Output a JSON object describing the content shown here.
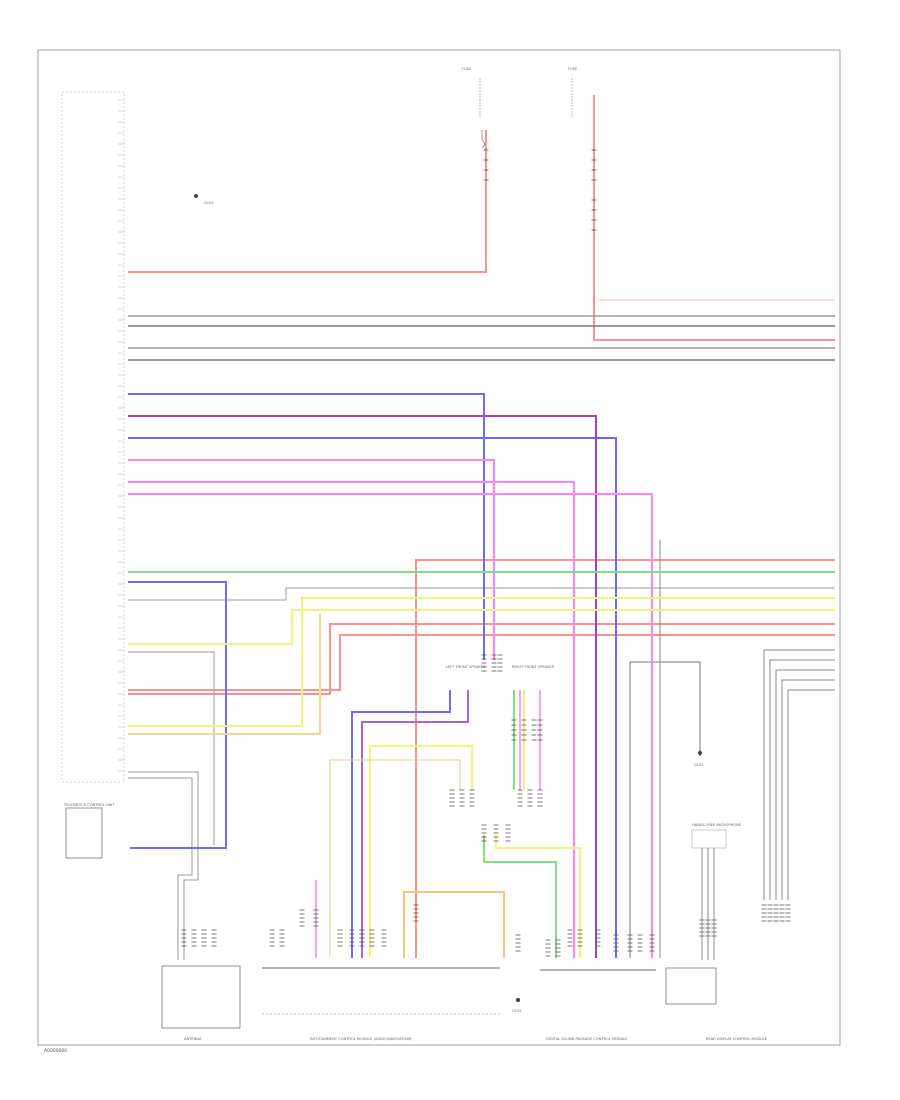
{
  "colors": {
    "red": "#ff8c8c",
    "blue": "#6a6aff",
    "purple": "#a040c0",
    "pink": "#ff7bff",
    "green": "#7ad07a",
    "yellow": "#f2f27a",
    "orange": "#f5c57a",
    "gray": "#9a9a9a",
    "black": "#444444"
  },
  "footer": {
    "code": "A0000000"
  },
  "labels": {
    "radio_unit": "INFOTAINMENT CONTROL MODULE (AUDIO/NAVIGATION)",
    "telematics": "TELEMATICS CONTROL UNIT",
    "antenna": "ANTENNA",
    "hands_free": "HANDS-FREE MICROPHONE",
    "fuse_a": "FUSE",
    "fuse_b": "FUSE",
    "ground_a": "G101",
    "ground_b": "G102",
    "ground_c": "G103",
    "speaker_lf": "LEFT FRONT SPEAKER",
    "speaker_rf": "RIGHT FRONT SPEAKER",
    "amp": "DIGITAL SOUND PACKAGE CONTROL MODULE",
    "rear_unit": "REAR DISPLAY CONTROL MODULE"
  }
}
